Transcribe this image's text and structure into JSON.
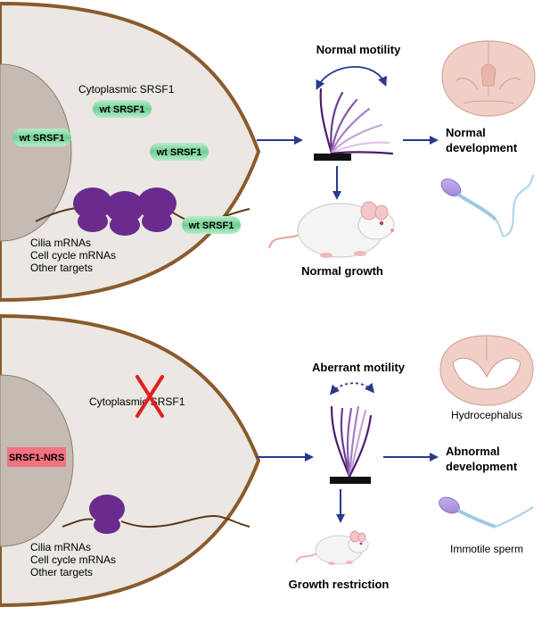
{
  "top_panel": {
    "cytoplasmic_label": "Cytoplasmic SRSF1",
    "protein_label": "wt SRSF1",
    "targets": [
      "Cilia mRNAs",
      "Cell cycle mRNAs",
      "Other targets"
    ],
    "motility_label": "Normal motility",
    "growth_label": "Normal growth",
    "development_label": [
      "Normal",
      "development"
    ]
  },
  "bottom_panel": {
    "cytoplasmic_label": "Cytoplasmic SRSF1",
    "nuclear_protein_label": "SRSF1-NRS",
    "targets": [
      "Cilia mRNAs",
      "Cell cycle mRNAs",
      "Other targets"
    ],
    "motility_label": "Aberrant motility",
    "growth_label": "Growth restriction",
    "development_label": [
      "Abnormal",
      "development"
    ],
    "brain_label": "Hydrocephalus",
    "sperm_label": "Immotile sperm"
  },
  "colors": {
    "cell_fill": "#ebe7e3",
    "cell_border": "#8b5a2b",
    "nucleus_fill": "#c6bbb2",
    "protein_green": "#7fd6a3",
    "nrs_pink": "#f0737f",
    "ribosome_purple": "#6a2a8e",
    "arrow_blue": "#2a3a8c",
    "cross_red": "#e02020"
  }
}
